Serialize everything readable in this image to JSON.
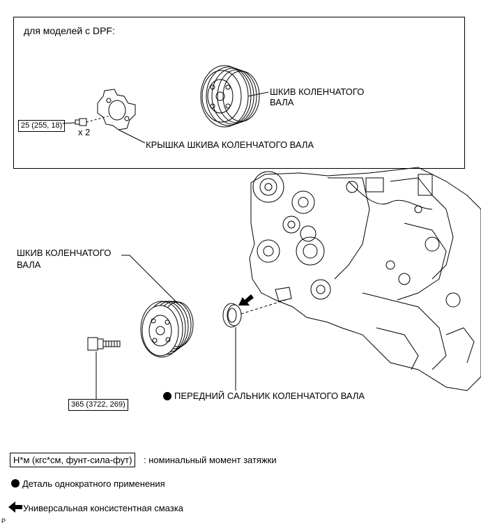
{
  "inset": {
    "title": "для моделей с DPF:",
    "pulley_label": "ШКИВ КОЛЕНЧАТОГО ВАЛА",
    "pulley_label_line1": "ШКИВ КОЛЕНЧАТОГО",
    "pulley_label_line2": "ВАЛА",
    "cover_label": "КРЫШКА ШКИВА КОЛЕНЧАТОГО ВАЛА",
    "bolt_torque": "25 (255, 18)",
    "bolt_qty": "x 2"
  },
  "main": {
    "pulley_label_line1": "ШКИВ КОЛЕНЧАТОГО",
    "pulley_label_line2": "ВАЛА",
    "bolt_torque": "365 (3722, 269)",
    "seal_label": "ПЕРЕДНИЙ САЛЬНИК КОЛЕНЧАТОГО ВАЛА"
  },
  "legend": {
    "unit_box": "Н*м (кгс*см, фунт-сила-фут)",
    "unit_desc": ": номинальный момент затяжки",
    "single_use": "Деталь однократного применения",
    "grease": "Универсальная консистентная смазка"
  },
  "corner_mark": "P"
}
